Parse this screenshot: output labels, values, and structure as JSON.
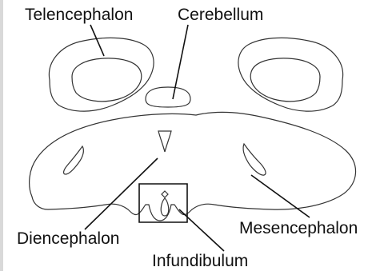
{
  "diagram": {
    "labels": {
      "telencephalon": "Telencephalon",
      "cerebellum": "Cerebellum",
      "mesencephalon": "Mesencephalon",
      "diencephalon": "Diencephalon",
      "infundibulum": "Infundibulum"
    },
    "colors": {
      "background": "#ffffff",
      "outline": "#333333",
      "leader_line": "#111111",
      "left_edge_bar": "#d9d9d9"
    }
  }
}
